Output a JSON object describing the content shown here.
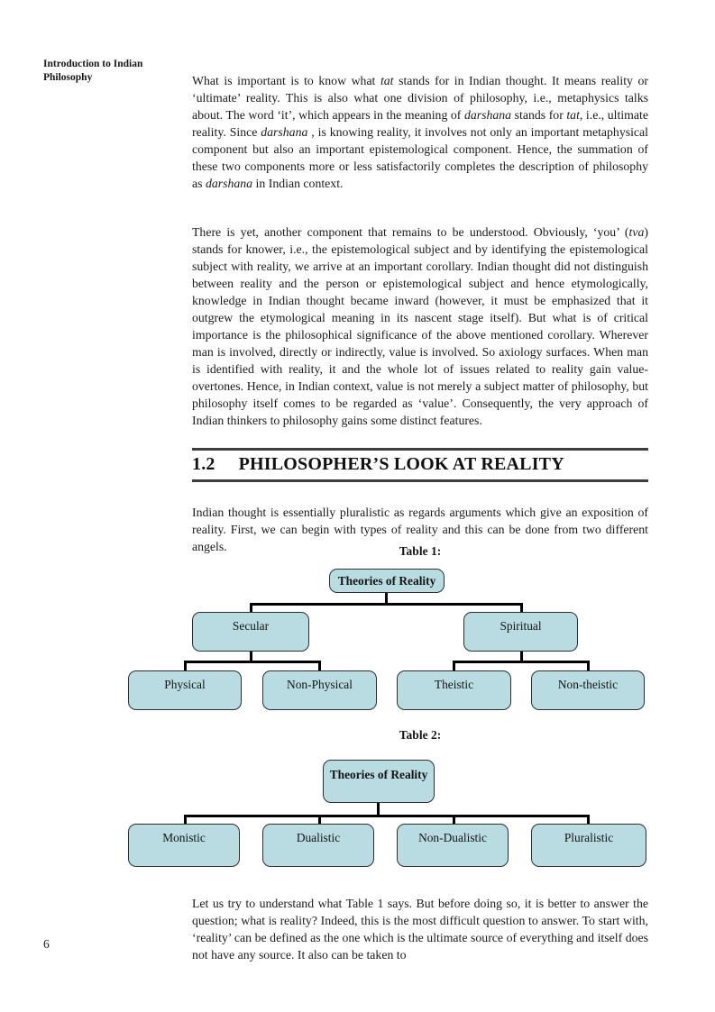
{
  "colors": {
    "box_fill": "#b9dce3",
    "box_border": "#2e2e2e",
    "connector": "#000000",
    "heading_rule": "#3e3e3e",
    "text": "#1a1a1a"
  },
  "margin_note": {
    "text": "Introduction to Indian Philosophy"
  },
  "page": {
    "number": "6"
  },
  "section": {
    "number": "1.2",
    "title": "PHILOSOPHER’S LOOK AT REALITY"
  },
  "paragraphs": {
    "p1": {
      "segments": [
        {
          "t": "What is important is to know what "
        },
        {
          "t": "tat",
          "i": true
        },
        {
          "t": " stands for in Indian thought. It means reality or ‘ultimate’ reality. This is also what one division of philosophy, i.e., metaphysics talks about. The word ‘it’, which appears in the meaning of "
        },
        {
          "t": "darshana",
          "i": true
        },
        {
          "t": " stands for "
        },
        {
          "t": "tat",
          "i": true
        },
        {
          "t": ", i.e., ultimate reality. Since "
        },
        {
          "t": "darshana",
          "i": true
        },
        {
          "t": " , is knowing reality, it involves not only an important metaphysical component but also an important epistemological component. Hence, the summation of these two components more or less satisfactorily completes the description of philosophy as "
        },
        {
          "t": "darshana",
          "i": true
        },
        {
          "t": " in Indian context."
        }
      ]
    },
    "p2": {
      "segments": [
        {
          "t": "There is yet, another component that remains to be understood. Obviously, ‘you’ ("
        },
        {
          "t": "tva",
          "i": true
        },
        {
          "t": ") stands for knower, i.e., the epistemological subject and by identifying the epistemological subject with reality, we arrive at an important corollary. Indian thought did not distinguish between reality and the person or epistemological subject and hence etymologically, knowledge in Indian thought became inward (however, it must be emphasized that it outgrew the etymological meaning in its nascent stage itself). But what is of critical importance is the philosophical significance of the above mentioned corollary. Wherever man is involved, directly or indirectly, value is involved. So axiology surfaces. When man is identified with reality, it and the whole lot of issues related to reality gain value-overtones. Hence, in Indian context, value is not merely a subject matter of philosophy, but philosophy itself comes to be regarded as ‘value’. Consequently, the very approach of Indian thinkers to philosophy gains some distinct features."
        }
      ]
    },
    "p3": {
      "segments": [
        {
          "t": "Indian thought is essentially pluralistic as regards arguments which give an exposition of reality. First, we can begin with types of reality and this can be done from two different angels."
        }
      ]
    },
    "p4": {
      "segments": [
        {
          "t": "Let us try to understand what Table 1 says. But before doing so, it is better to answer the question; what is reality? Indeed, this is the most difficult question to answer. To start with, ‘reality’ can be defined as the one which is the ultimate source of everything and itself does not have any source. It also can be taken to"
        }
      ]
    }
  },
  "tables": {
    "table1": {
      "label": "Table 1:",
      "root": "Theories of Reality",
      "secular": "Secular",
      "spiritual": "Spiritual",
      "physical": "Physical",
      "non_physical": "Non-Physical",
      "theistic": "Theistic",
      "non_theistic": "Non-theistic"
    },
    "table2": {
      "label": "Table 2:",
      "root": "Theories of Reality",
      "monistic": "Monistic",
      "dualistic": "Dualistic",
      "non_dualistic": "Non-Dualistic",
      "pluralistic": "Pluralistic"
    }
  }
}
